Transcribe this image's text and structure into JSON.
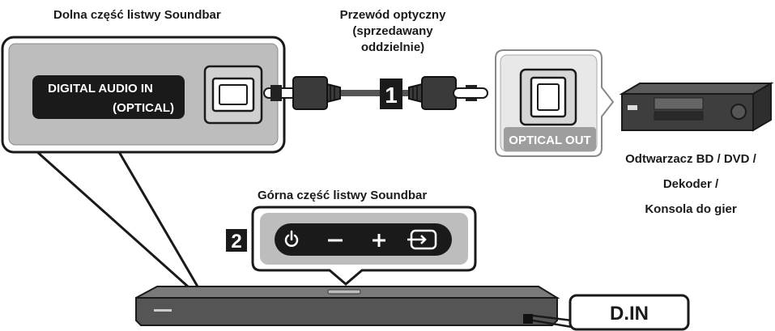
{
  "labels": {
    "soundbar_bottom": "Dolna część listwy Soundbar",
    "optical_cable_line1": "Przewód optyczny",
    "optical_cable_line2": "(sprzedawany",
    "optical_cable_line3": "oddzielnie)",
    "digital_audio_line1": "DIGITAL AUDIO IN",
    "digital_audio_line2": "(OPTICAL)",
    "optical_out": "OPTICAL OUT",
    "device_line1": "Odtwarzacz BD / DVD /",
    "device_line2": "Dekoder /",
    "device_line3": "Konsola do gier",
    "soundbar_top": "Górna część listwy Soundbar",
    "display": "D.IN"
  },
  "steps": {
    "step1": "1",
    "step2": "2"
  },
  "colors": {
    "panel_gray": "#bdbdbd",
    "dark": "#1a1a1a",
    "cable": "#444444",
    "optical_label_bg": "#9e9e9e"
  }
}
